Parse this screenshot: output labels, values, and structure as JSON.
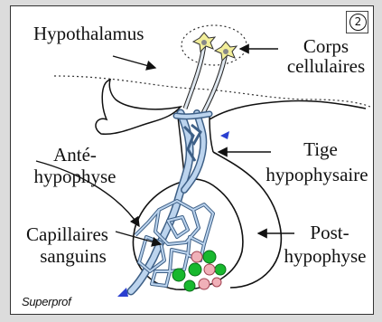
{
  "diagram": {
    "badge": "2",
    "watermark": "Superprof",
    "labels": {
      "hypothalamus": "Hypothalamus",
      "corps_line1": "Corps",
      "corps_line2": "cellulaires",
      "ante_line1": "Anté-",
      "ante_line2": "hypophyse",
      "tige_line1": "Tige",
      "tige_line2": "hypophysaire",
      "capillaires_line1": "Capillaires",
      "capillaires_line2": "sanguins",
      "post_line1": "Post-",
      "post_line2": "hypophyse"
    },
    "colors": {
      "vessel": "#bcd4ee",
      "vessel_outline": "#3d5f86",
      "neuron": "#f2ee9a",
      "green_cell": "#18b82e",
      "pink_cell": "#f0b0b8",
      "arrow_tip": "#2a3fd0"
    }
  }
}
